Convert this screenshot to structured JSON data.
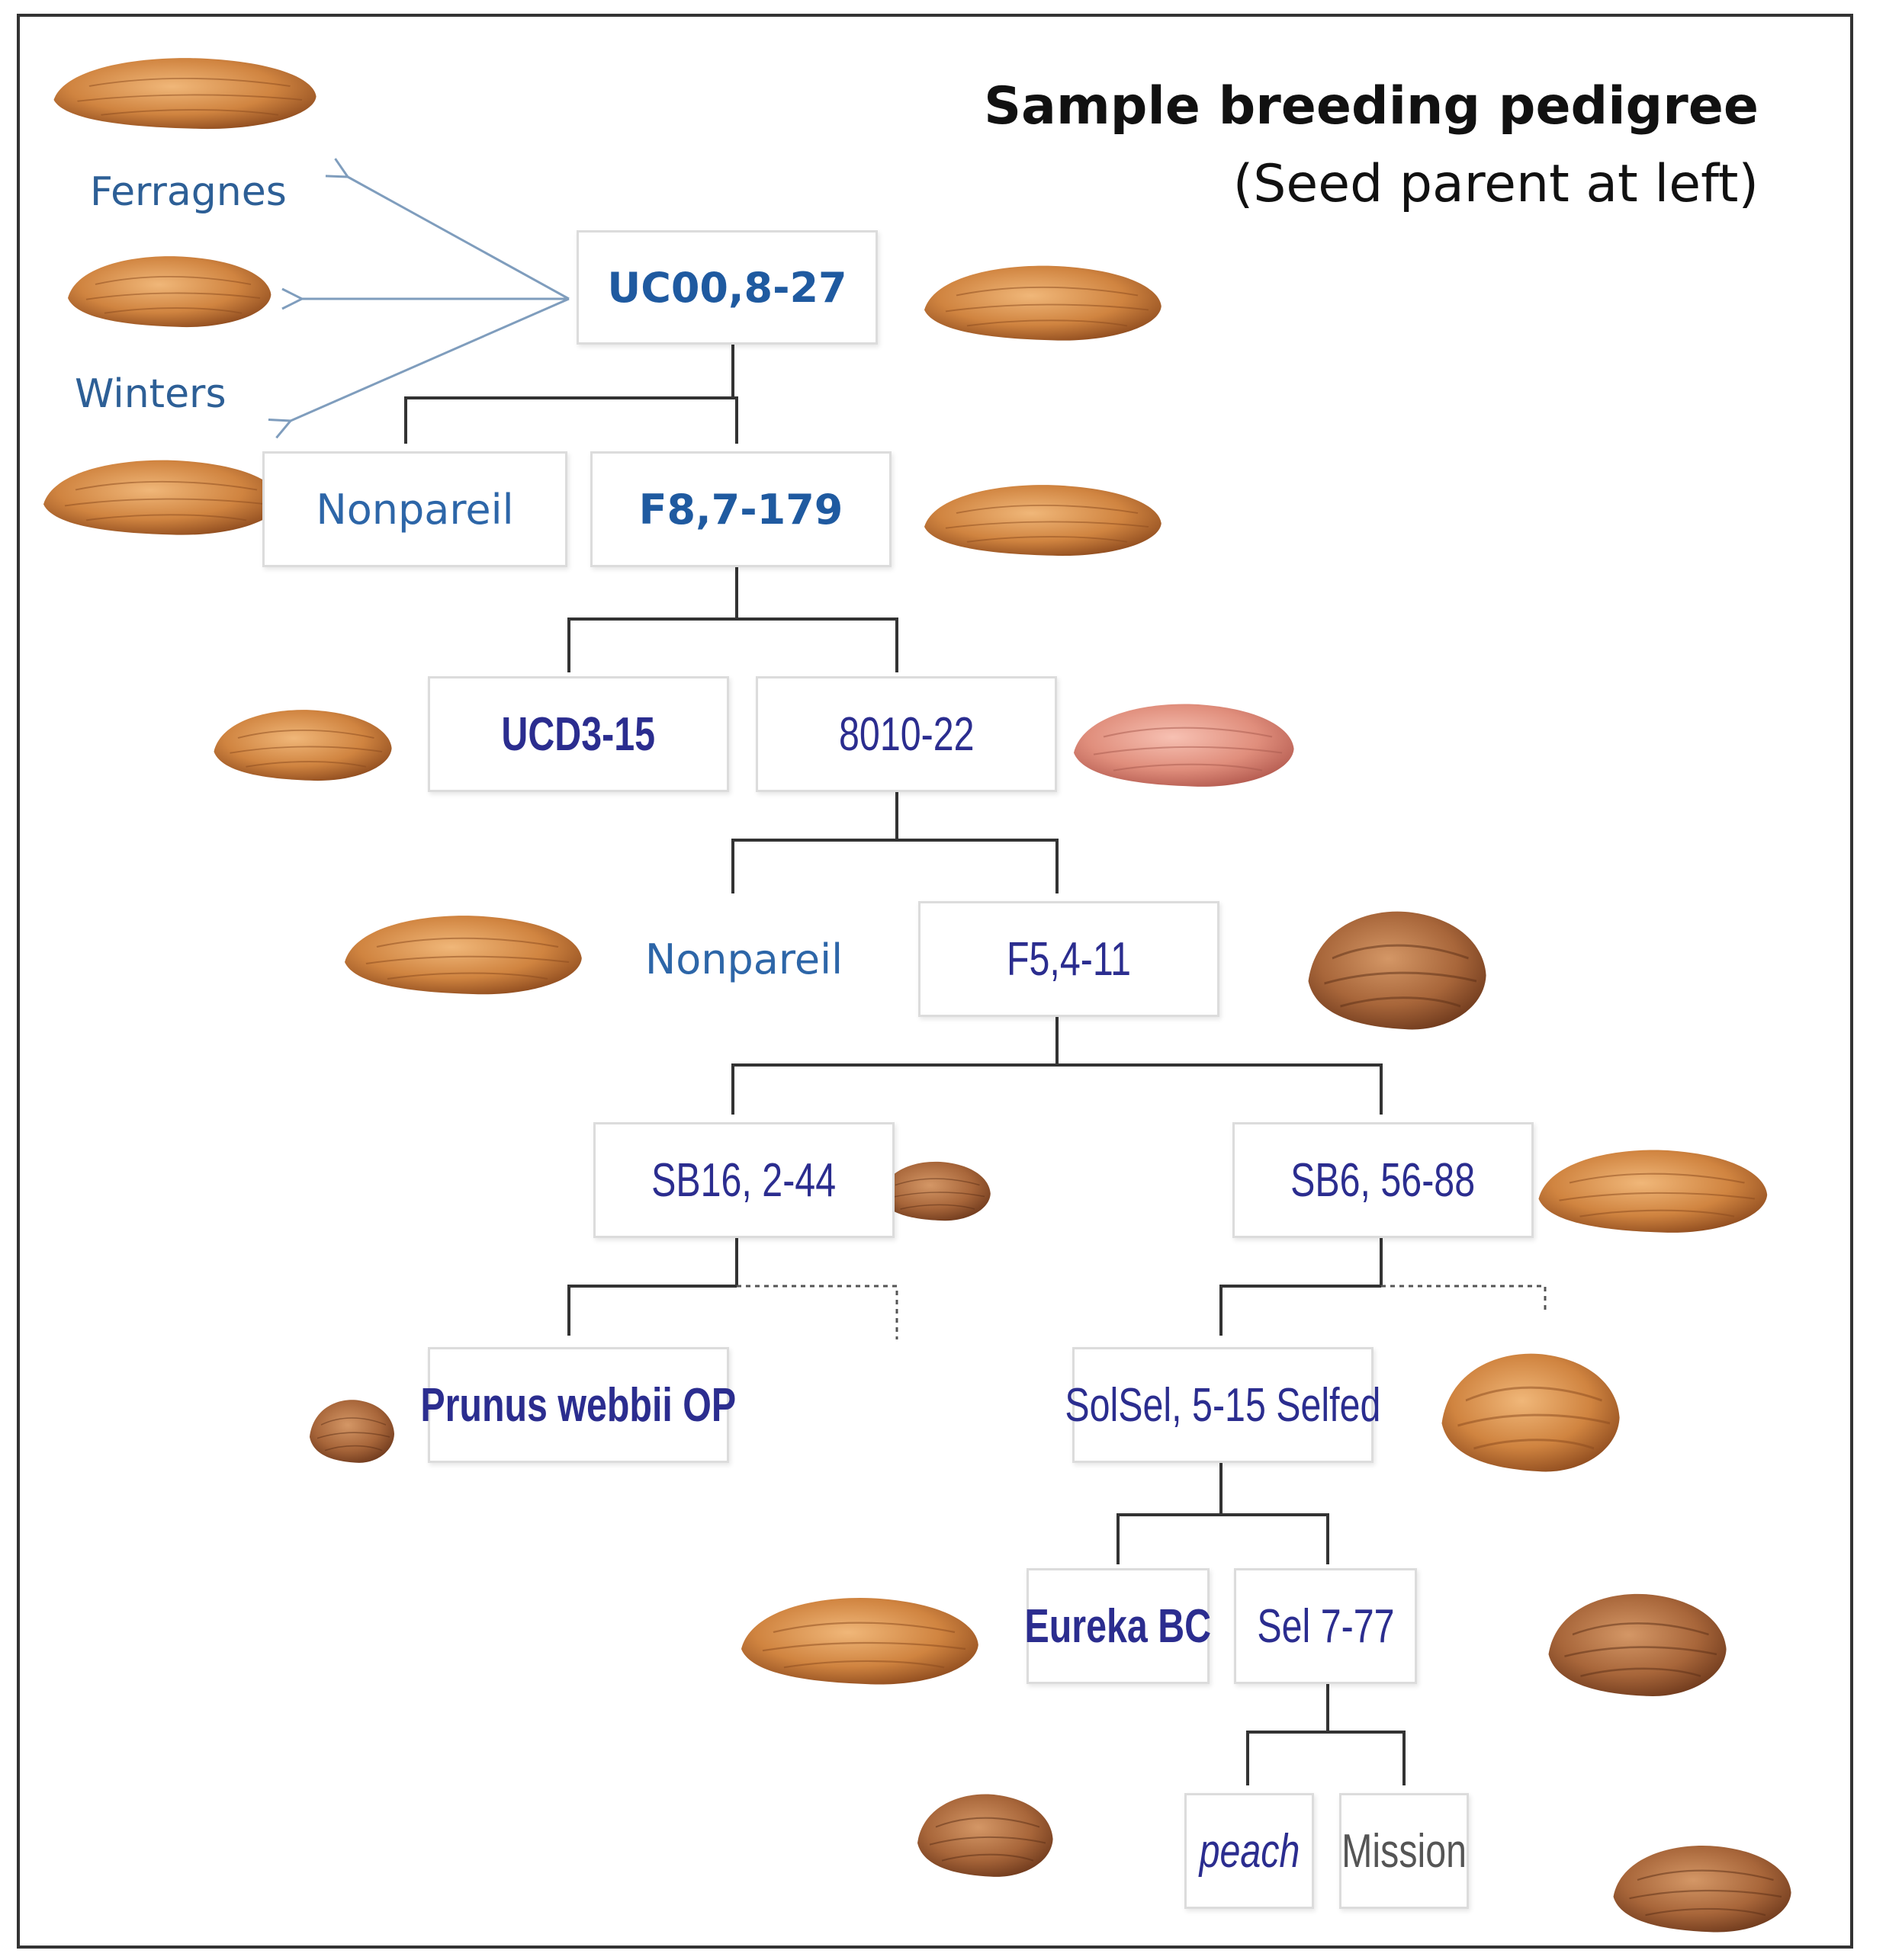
{
  "title": "Sample breeding pedigree",
  "subtitle": "(Seed parent at left)",
  "side_labels": [
    "Ferragnes",
    "Winters"
  ],
  "nodes": {
    "n1": "UC00,8-27",
    "n2": "Nonpareil",
    "n3": "F8,7-179",
    "n4": "UCD3-15",
    "n5": "8010-22",
    "n6": "Nonpareil",
    "n7": "F5,4-11",
    "n8": "SB16, 2-44",
    "n9": "SB6, 56-88",
    "n10": "Prunus webbii OP",
    "n11": "SolSel, 5-15 Selfed",
    "n12": "Eureka BC",
    "n13": "Sel 7-77",
    "n14": "peach",
    "n15": "Mission"
  },
  "colors": {
    "node_text": "#2b2d8f",
    "top_text": "#1f5aa0",
    "connector": "#333333",
    "arrow": "#7f9dbd",
    "almond_light": "#e0a060",
    "almond_dark": "#a85f2a",
    "almond_pink": "#e58f86"
  },
  "icons": [
    "almond-photo"
  ]
}
